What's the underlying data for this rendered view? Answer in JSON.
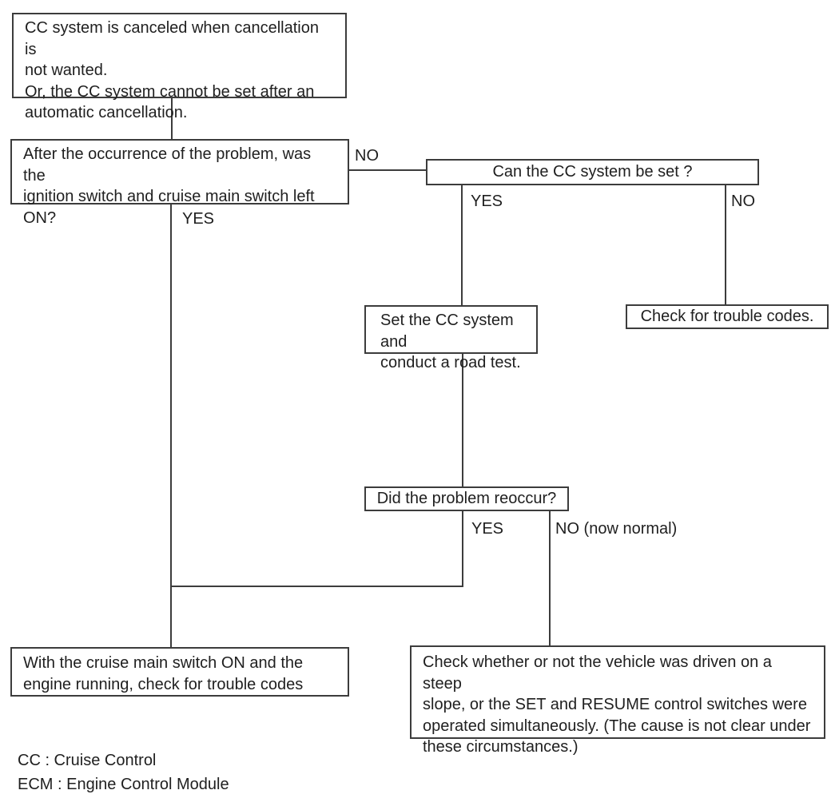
{
  "boxes": {
    "problem_statement": {
      "text": "CC system is canceled when cancellation is\nnot wanted.\nOr, the CC system cannot be set after an\nautomatic cancellation."
    },
    "ignition_left_on": {
      "text": "After the occurrence of the problem, was the\nignition switch and cruise main switch left\nON?"
    },
    "can_cc_be_set": {
      "text": "Can the CC system be set ?"
    },
    "set_and_road_test": {
      "text": "Set the CC system and\nconduct a road test."
    },
    "check_trouble_codes": {
      "text": "Check for trouble codes."
    },
    "problem_reoccur": {
      "text": "Did the problem reoccur?"
    },
    "main_switch_on_check_codes": {
      "text": "With the cruise main switch ON and the\nengine running, check for trouble codes"
    },
    "steep_slope_check": {
      "text": "Check whether or not the vehicle was driven on a steep\nslope, or the SET and RESUME control switches were\noperated simultaneously. (The cause is not clear under\nthese circumstances.)"
    }
  },
  "branch_labels": {
    "ignition_no": "NO",
    "ignition_yes": "YES",
    "can_set_yes": "YES",
    "can_set_no": "NO",
    "reoccur_yes": "YES",
    "reoccur_no": "NO (now normal)"
  },
  "legend": {
    "cc": "CC : Cruise Control",
    "ecm": "ECM : Engine Control Module"
  },
  "colors": {
    "background": "#ffffff",
    "line": "#3c3c3c",
    "text": "#1f1f1f"
  }
}
